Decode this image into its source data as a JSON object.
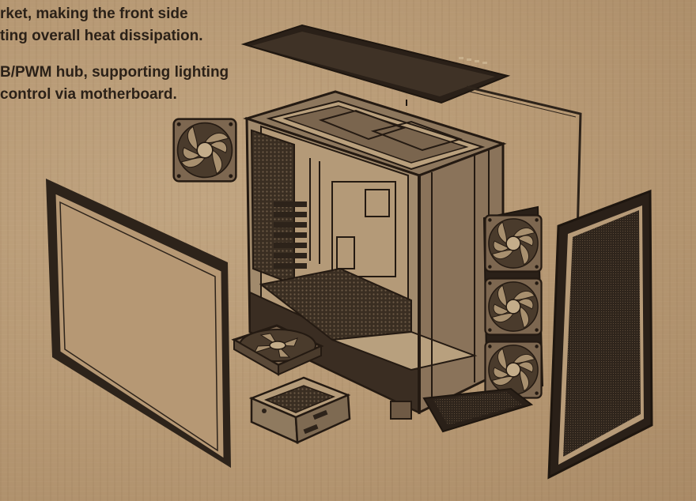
{
  "copy": {
    "line_1": "rket, making the front side",
    "line_2": "ting overall heat dissipation.",
    "line_3": "B/PWM hub, supporting lighting",
    "line_4": "control via motherboard."
  },
  "colors": {
    "cardboard": "#b79a76",
    "ink": "#2b2118"
  },
  "icons": [
    "case-fan-icon",
    "chassis-frame",
    "side-panel",
    "top-panel",
    "front-mesh-panel",
    "drive-cage",
    "bottom-fan"
  ]
}
